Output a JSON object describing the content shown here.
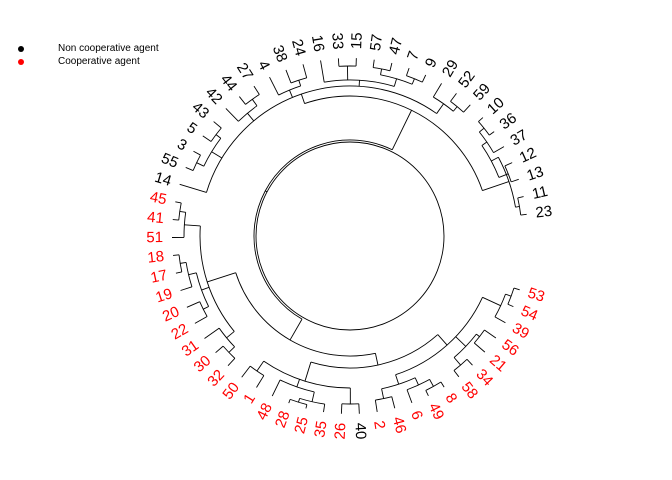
{
  "legend": {
    "items": [
      {
        "label": "Non cooperative agent",
        "color": "#000000"
      },
      {
        "label": "Cooperative agent",
        "color": "#ff0000"
      }
    ]
  },
  "dendrogram": {
    "line_color": "#000000",
    "leaves": [
      {
        "label": "23",
        "group": "non"
      },
      {
        "label": "11",
        "group": "non"
      },
      {
        "label": "13",
        "group": "non"
      },
      {
        "label": "12",
        "group": "non"
      },
      {
        "label": "37",
        "group": "non"
      },
      {
        "label": "36",
        "group": "non"
      },
      {
        "label": "10",
        "group": "non"
      },
      {
        "label": "59",
        "group": "non"
      },
      {
        "label": "52",
        "group": "non"
      },
      {
        "label": "29",
        "group": "non"
      },
      {
        "label": "9",
        "group": "non"
      },
      {
        "label": "7",
        "group": "non"
      },
      {
        "label": "47",
        "group": "non"
      },
      {
        "label": "57",
        "group": "non"
      },
      {
        "label": "15",
        "group": "non"
      },
      {
        "label": "33",
        "group": "non"
      },
      {
        "label": "16",
        "group": "non"
      },
      {
        "label": "24",
        "group": "non"
      },
      {
        "label": "38",
        "group": "non"
      },
      {
        "label": "4",
        "group": "non"
      },
      {
        "label": "27",
        "group": "non"
      },
      {
        "label": "44",
        "group": "non"
      },
      {
        "label": "42",
        "group": "non"
      },
      {
        "label": "43",
        "group": "non"
      },
      {
        "label": "5",
        "group": "non"
      },
      {
        "label": "3",
        "group": "non"
      },
      {
        "label": "55",
        "group": "non"
      },
      {
        "label": "14",
        "group": "non"
      },
      {
        "label": "45",
        "group": "coop"
      },
      {
        "label": "41",
        "group": "coop"
      },
      {
        "label": "51",
        "group": "coop"
      },
      {
        "label": "18",
        "group": "coop"
      },
      {
        "label": "17",
        "group": "coop"
      },
      {
        "label": "19",
        "group": "coop"
      },
      {
        "label": "20",
        "group": "coop"
      },
      {
        "label": "22",
        "group": "coop"
      },
      {
        "label": "31",
        "group": "coop"
      },
      {
        "label": "30",
        "group": "coop"
      },
      {
        "label": "32",
        "group": "coop"
      },
      {
        "label": "50",
        "group": "coop"
      },
      {
        "label": "1",
        "group": "coop"
      },
      {
        "label": "48",
        "group": "coop"
      },
      {
        "label": "28",
        "group": "coop"
      },
      {
        "label": "25",
        "group": "coop"
      },
      {
        "label": "35",
        "group": "coop"
      },
      {
        "label": "26",
        "group": "coop"
      },
      {
        "label": "40",
        "group": "non"
      },
      {
        "label": "2",
        "group": "coop"
      },
      {
        "label": "46",
        "group": "coop"
      },
      {
        "label": "6",
        "group": "coop"
      },
      {
        "label": "49",
        "group": "coop"
      },
      {
        "label": "8",
        "group": "coop"
      },
      {
        "label": "58",
        "group": "coop"
      },
      {
        "label": "34",
        "group": "coop"
      },
      {
        "label": "21",
        "group": "coop"
      },
      {
        "label": "56",
        "group": "coop"
      },
      {
        "label": "39",
        "group": "coop"
      },
      {
        "label": "54",
        "group": "coop"
      },
      {
        "label": "53",
        "group": "coop"
      }
    ]
  }
}
